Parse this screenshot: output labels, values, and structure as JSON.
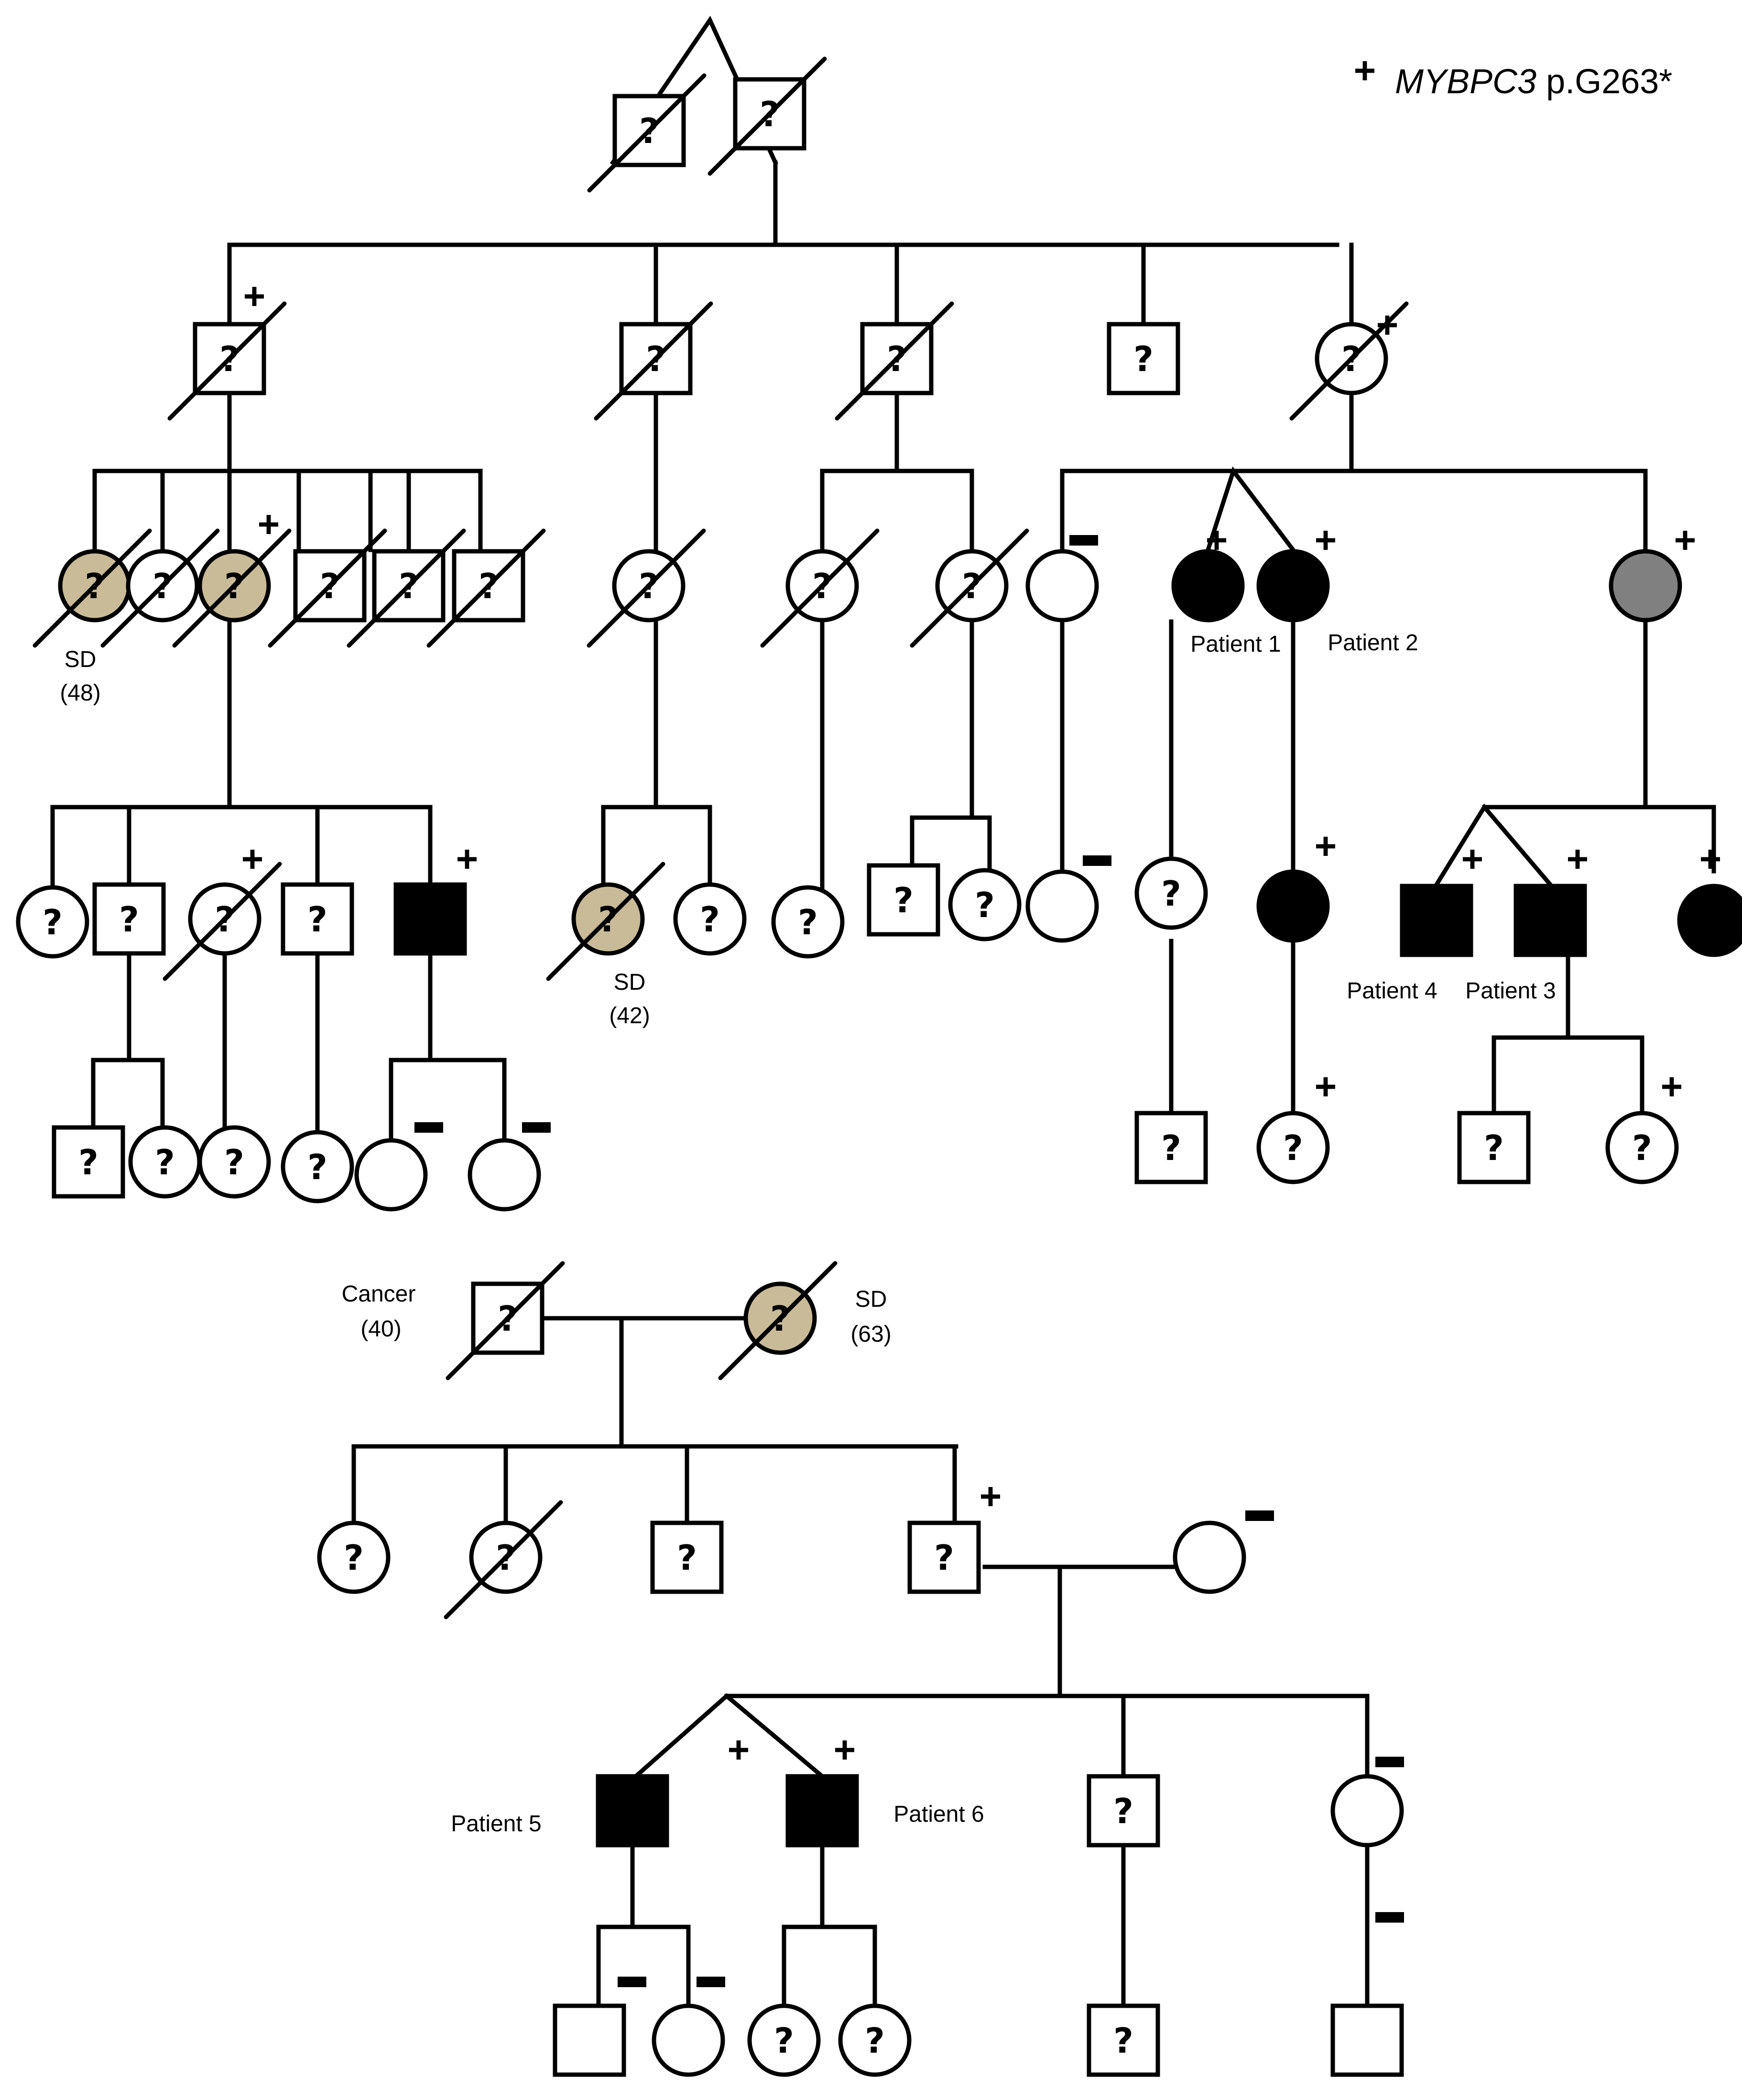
{
  "legend": {
    "symbol": "+",
    "gene": "MYBPC3",
    "variant": " p.G263*"
  },
  "colors": {
    "affected": "#000000",
    "sudden_death": "#c9bb98",
    "grey": "#808080",
    "unaffected": "#ffffff"
  },
  "symbols": {
    "unknown": "?",
    "carrier": "+",
    "non_carrier": "-"
  },
  "labels": {
    "sd_48": "SD",
    "sd_48_age": "(48)",
    "sd_42": "SD",
    "sd_42_age": "(42)",
    "patient_1": "Patient 1",
    "patient_2": "Patient 2",
    "patient_3": "Patient 3",
    "patient_4": "Patient 4",
    "cancer": "Cancer",
    "cancer_age": "(40)",
    "sd_63": "SD",
    "sd_63_age": "(63)",
    "patient_5": "Patient 5",
    "patient_6": "Patient 6"
  }
}
